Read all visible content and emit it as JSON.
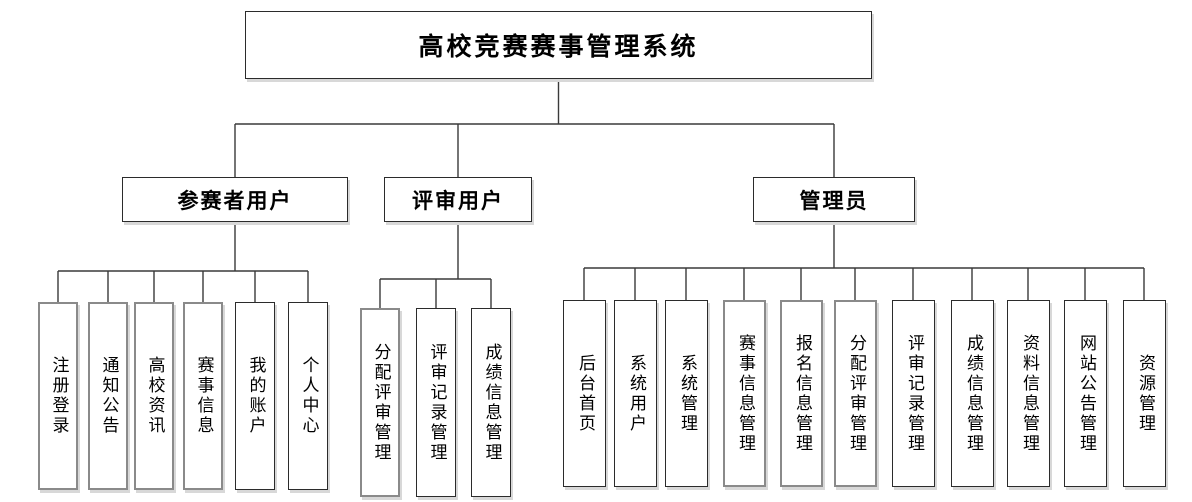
{
  "diagram": {
    "root": {
      "label": "高校竞赛赛事管理系统"
    },
    "branches": [
      {
        "label": "参赛者用户",
        "children": [
          "注册登录",
          "通知公告",
          "高校资讯",
          "赛事信息",
          "我的账户",
          "个人中心"
        ]
      },
      {
        "label": "评审用户",
        "children": [
          "分配评审管理",
          "评审记录管理",
          "成绩信息管理"
        ]
      },
      {
        "label": "管理员",
        "children": [
          "后台首页",
          "系统用户",
          "系统管理",
          "赛事信息管理",
          "报名信息管理",
          "分配评审管理",
          "评审记录管理",
          "成绩信息管理",
          "资料信息管理",
          "网站公告管理",
          "资源管理"
        ]
      }
    ],
    "colors": {
      "background": "#ffffff",
      "box_fill": "#ffffff",
      "box_border": "#2b2b2b",
      "box_border_gray": "#8a8a8a",
      "box_shadow": "#d8d8d8",
      "connector": "#3a3a3a",
      "text": "#000000"
    }
  }
}
